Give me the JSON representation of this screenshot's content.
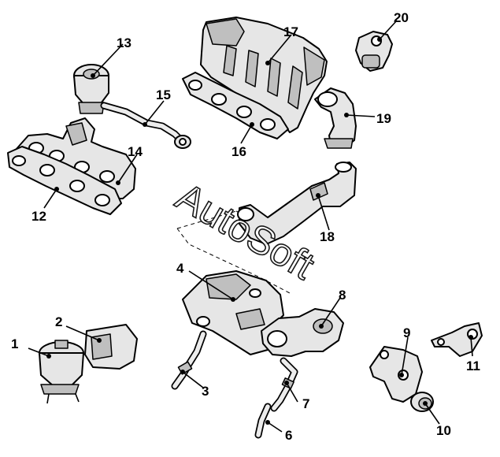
{
  "watermark": "AutoSoft",
  "callouts": [
    {
      "id": "1",
      "label": "1"
    },
    {
      "id": "2",
      "label": "2"
    },
    {
      "id": "3",
      "label": "3"
    },
    {
      "id": "4",
      "label": "4"
    },
    {
      "id": "6",
      "label": "6"
    },
    {
      "id": "7",
      "label": "7"
    },
    {
      "id": "8",
      "label": "8"
    },
    {
      "id": "9",
      "label": "9"
    },
    {
      "id": "10",
      "label": "10"
    },
    {
      "id": "11",
      "label": "11"
    },
    {
      "id": "12",
      "label": "12"
    },
    {
      "id": "13",
      "label": "13"
    },
    {
      "id": "14",
      "label": "14"
    },
    {
      "id": "15",
      "label": "15"
    },
    {
      "id": "16",
      "label": "16"
    },
    {
      "id": "17",
      "label": "17"
    },
    {
      "id": "18",
      "label": "18"
    },
    {
      "id": "19",
      "label": "19"
    },
    {
      "id": "20",
      "label": "20"
    }
  ]
}
